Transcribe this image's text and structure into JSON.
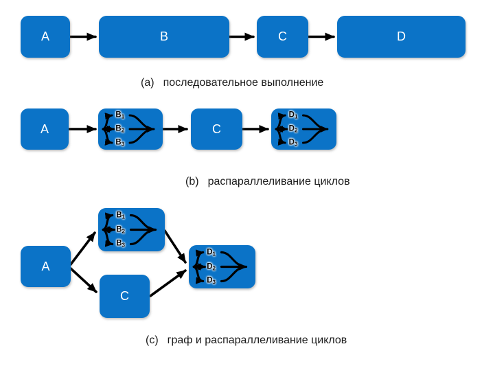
{
  "page": {
    "background": "#ffffff"
  },
  "colors": {
    "node_blue": "#0B73C7",
    "arrow_black": "#000000",
    "node_letter": "#ffffff",
    "parallel_label": "#000000",
    "caption_text": "#1b1b1b"
  },
  "sections": {
    "a": {
      "caption_prefix": "(a)",
      "caption_text": "последовательное выполнение",
      "nodes": {
        "a": "A",
        "b": "B",
        "c": "C",
        "d": "D"
      }
    },
    "b": {
      "caption_prefix": "(b)",
      "caption_text": "распараллеливание циклов",
      "nodes": {
        "a": "A",
        "c": "C"
      },
      "parallel_b": {
        "items": [
          {
            "letter": "B",
            "sub": "1"
          },
          {
            "letter": "B",
            "sub": "2"
          },
          {
            "letter": "B",
            "sub": "3"
          }
        ]
      },
      "parallel_d": {
        "items": [
          {
            "letter": "D",
            "sub": "1"
          },
          {
            "letter": "D",
            "sub": "2"
          },
          {
            "letter": "D",
            "sub": "3"
          }
        ]
      }
    },
    "c": {
      "caption_prefix": "(c)",
      "caption_text": "граф и распараллеливание циклов",
      "nodes": {
        "a": "A",
        "c": "C"
      },
      "parallel_b": {
        "items": [
          {
            "letter": "B",
            "sub": "1"
          },
          {
            "letter": "B",
            "sub": "2"
          },
          {
            "letter": "B",
            "sub": "3"
          }
        ]
      },
      "parallel_d": {
        "items": [
          {
            "letter": "D",
            "sub": "1"
          },
          {
            "letter": "D",
            "sub": "2"
          },
          {
            "letter": "D",
            "sub": "3"
          }
        ]
      }
    }
  }
}
